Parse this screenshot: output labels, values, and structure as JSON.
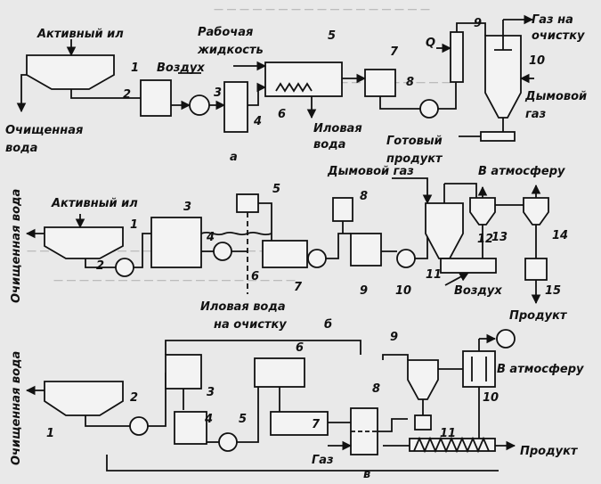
{
  "scheme_a": {
    "activated_sludge": "Активный ил",
    "working_fluid_1": "Рабочая",
    "working_fluid_2": "жидкость",
    "air": "Воздух",
    "gas_to_cleaning_1": "Газ на",
    "gas_to_cleaning_2": "очистку",
    "q": "Q",
    "treated_water_1": "Очищенная",
    "treated_water_2": "вода",
    "sludge_water_1": "Иловая",
    "sludge_water_2": "вода",
    "flue_gas_1": "Дымовой",
    "flue_gas_2": "газ",
    "finished_product_1": "Готовый",
    "finished_product_2": "продукт",
    "letter": "а",
    "numbers": [
      "1",
      "2",
      "3",
      "4",
      "5",
      "6",
      "7",
      "8",
      "9",
      "10"
    ]
  },
  "scheme_b": {
    "activated_sludge": "Активный ил",
    "treated_water": "Очищенная вода",
    "flue_gas": "Дымовой газ",
    "to_atmosphere": "В атмосферу",
    "air": "Воздух",
    "product": "Продукт",
    "sludge_water_1": "Иловая вода",
    "sludge_water_2": "на очистку",
    "letter": "б",
    "numbers": [
      "1",
      "2",
      "3",
      "4",
      "5",
      "6",
      "7",
      "8",
      "9",
      "10",
      "11",
      "12",
      "13",
      "14",
      "15"
    ]
  },
  "scheme_c": {
    "treated_water": "Очищенная вода",
    "to_atmosphere": "В атмосферу",
    "gas": "Газ",
    "product": "Продукт",
    "letter": "в",
    "numbers": [
      "1",
      "2",
      "3",
      "4",
      "5",
      "6",
      "7",
      "8",
      "9",
      "10",
      "11"
    ]
  }
}
